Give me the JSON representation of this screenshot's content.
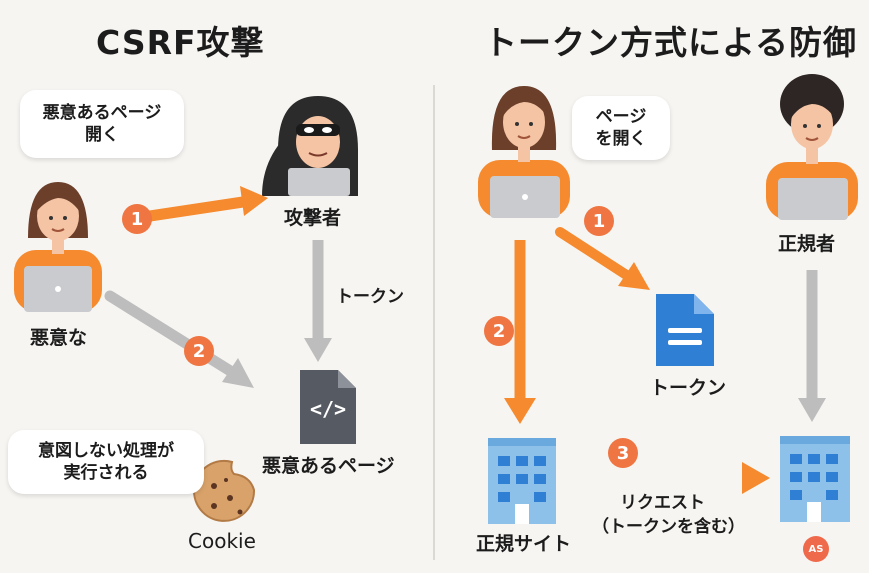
{
  "left": {
    "title": "CSRF攻撃",
    "bubble_top": [
      "悪意あるページ",
      "開く"
    ],
    "victim_label": "悪意な",
    "attacker_label": "攻撃者",
    "token_arrow_label": "トークン",
    "malicious_page_label": "悪意あるページ",
    "bubble_bottom": [
      "意図しない処理が",
      "実行される"
    ],
    "cookie_label": "Cookie",
    "step1": "1",
    "step2": "2"
  },
  "right": {
    "title": "トークン方式による防御",
    "bubble_top": [
      "ページ",
      "を開く"
    ],
    "legit_user_label": "正規者",
    "token_label": "トークン",
    "site_label": "正規サイト",
    "request_label": [
      "リクエスト",
      "（トークンを含む）"
    ],
    "step1": "1",
    "step2": "2",
    "step3": "3",
    "badge": "AS"
  },
  "colors": {
    "orange": "#f58a2e",
    "gray_arrow": "#bdbdbd",
    "badge": "#ef7542",
    "doc_blue": "#2f7fd4",
    "building": "#8ec1ea"
  }
}
